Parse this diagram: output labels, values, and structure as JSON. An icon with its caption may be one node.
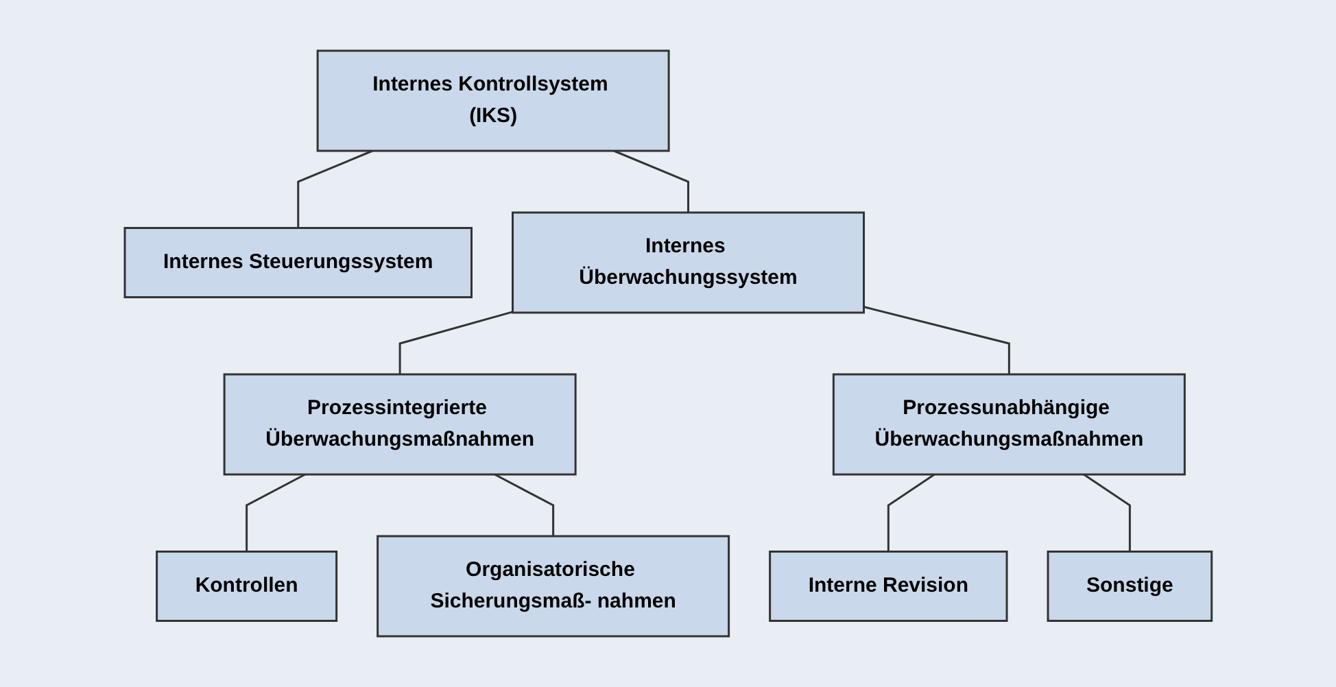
{
  "diagram": {
    "nodes": [
      {
        "text": [
          "Internes Kontrollsystem (IKS)"
        ]
      },
      {
        "text": [
          "Internes Steuerungssystem"
        ]
      },
      {
        "text": [
          "Internes Überwachungssystem"
        ]
      },
      {
        "text": [
          "Prozessintegrierte Überwachungsmaßnahmen"
        ]
      },
      {
        "text": [
          "Prozessunabhängige Überwachungsmaßnahmen"
        ]
      },
      {
        "text": [
          "Kontrollen"
        ]
      },
      {
        "text": [
          "Organisatorische Sicherungsmaß- nahmen"
        ]
      },
      {
        "text": [
          "Interne Revision"
        ]
      },
      {
        "text": [
          "Sonstige"
        ]
      }
    ],
    "edges": [
      {
        "from": 0,
        "to": 1,
        "arrow": "none"
      },
      {
        "from": 0,
        "to": 2,
        "arrow": "none"
      },
      {
        "from": 2,
        "to": 3,
        "arrow": "none"
      },
      {
        "from": 2,
        "to": 4,
        "arrow": "none"
      },
      {
        "from": 3,
        "to": 5,
        "arrow": "none"
      },
      {
        "from": 3,
        "to": 6,
        "arrow": "none"
      },
      {
        "from": 4,
        "to": 7,
        "arrow": "none"
      },
      {
        "from": 4,
        "to": 8,
        "arrow": "none"
      }
    ]
  }
}
